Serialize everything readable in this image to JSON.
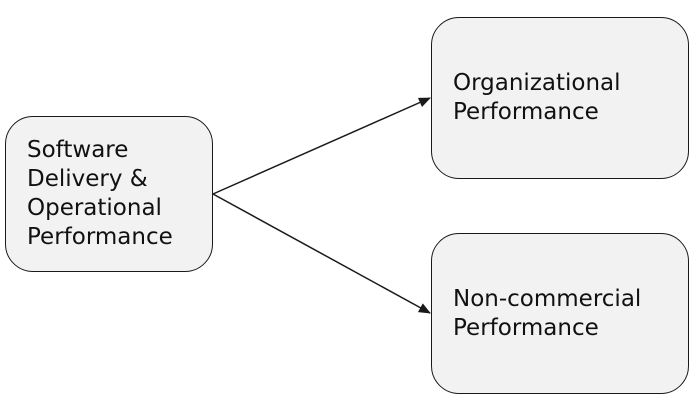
{
  "diagram": {
    "nodes": [
      {
        "id": "source",
        "label": "Software\nDelivery &\nOperational\nPerformance"
      },
      {
        "id": "org",
        "label": "Organizational\nPerformance"
      },
      {
        "id": "noncom",
        "label": "Non-commercial\nPerformance"
      }
    ],
    "edges": [
      {
        "from": "source",
        "to": "org"
      },
      {
        "from": "source",
        "to": "noncom"
      }
    ],
    "colors": {
      "node_fill": "#f2f2f2",
      "stroke": "#1a1a1a",
      "text": "#111111"
    }
  }
}
